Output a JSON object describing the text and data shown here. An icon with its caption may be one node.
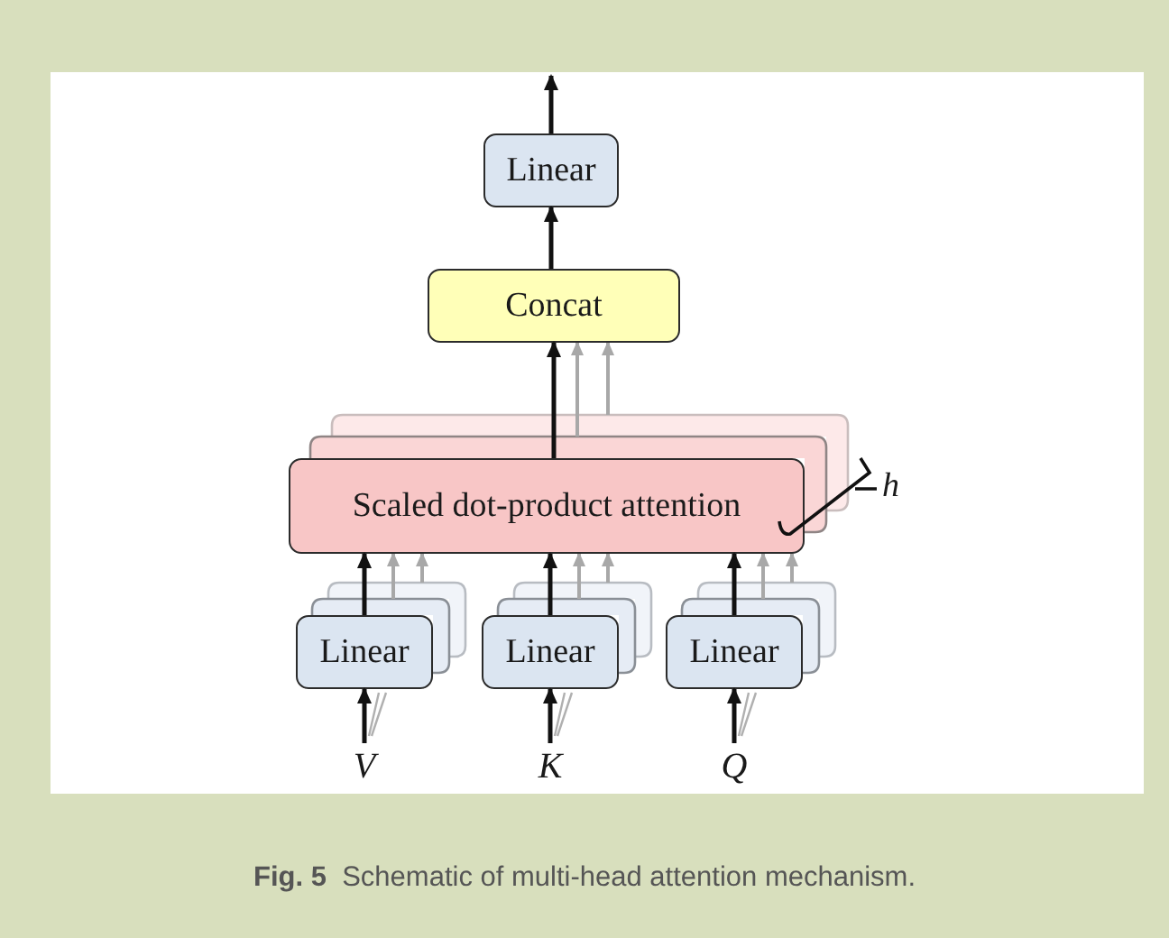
{
  "diagram": {
    "caption": "**Fig. 5**  Schematic of multi-head attention mechanism.",
    "nodes": [
      {
        "text": [
          "Linear"
        ]
      },
      {
        "text": [
          "Concat"
        ]
      },
      {
        "text": [
          "Scaled dot-product attention"
        ]
      },
      {
        "text": [
          "Linear"
        ]
      },
      {
        "text": [
          "Linear"
        ]
      },
      {
        "text": [
          "Linear"
        ]
      },
      {
        "text": [
          "V"
        ]
      },
      {
        "text": [
          "K"
        ]
      },
      {
        "text": [
          "Q"
        ]
      }
    ],
    "edges": [
      {
        "from": 0,
        "to": null,
        "arrow": "to"
      },
      {
        "from": 1,
        "to": 0,
        "arrow": "to"
      },
      {
        "from": 2,
        "to": 1,
        "arrow": "to"
      },
      {
        "from": 3,
        "to": 2,
        "arrow": "to"
      },
      {
        "from": 4,
        "to": 2,
        "arrow": "to"
      },
      {
        "from": 5,
        "to": 2,
        "arrow": "to"
      },
      {
        "from": 6,
        "to": 3,
        "arrow": "to"
      },
      {
        "from": 7,
        "to": 4,
        "arrow": "to"
      },
      {
        "from": 8,
        "to": 5,
        "arrow": "to"
      }
    ],
    "labels": [
      "h"
    ]
  }
}
